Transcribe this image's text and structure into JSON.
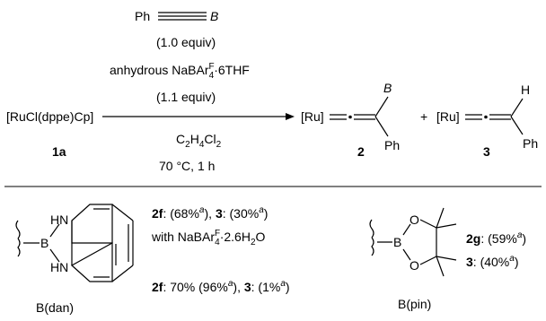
{
  "reagent": {
    "ph": "Ph",
    "b": "B",
    "equiv": "(1.0 equiv)",
    "salt_prefix": "anhydrous NaBAr",
    "salt_sup": "F",
    "salt_sub": "4",
    "salt_suffix": "·6THF",
    "salt_equiv": "(1.1 equiv)"
  },
  "reactant": {
    "formula": "[RuCl(dppe)Cp]",
    "label": "1a"
  },
  "conditions": {
    "solvent_c": "C",
    "solvent_c_sub": "2",
    "solvent_h": "H",
    "solvent_h_sub": "4",
    "solvent_cl": "Cl",
    "solvent_cl_sub": "2",
    "temperature": "70 °C, 1 h"
  },
  "product2": {
    "ru": "[Ru]",
    "b": "B",
    "ph": "Ph",
    "label": "2"
  },
  "plus": "+",
  "product3": {
    "ru": "[Ru]",
    "h": "H",
    "ph": "Ph",
    "label": "3"
  },
  "dan": {
    "hn_top": "HN",
    "hn_bottom": "HN",
    "b": "B",
    "label": "B(dan)",
    "result1_2f": "2f",
    "result1_2f_val": ": (68%",
    "result1_3": "3",
    "result1_3_val": ": (30%",
    "sup_a": "a",
    "close_paren": ")",
    "comma": ", ",
    "with_prefix": "with NaBAr",
    "with_sup": "F",
    "with_sub": "4",
    "with_suffix": "·2.6H",
    "with_h2o_sub": "2",
    "with_o": "O",
    "result2_2f": "2f",
    "result2_2f_val": ": 70% (96%",
    "result2_3": "3",
    "result2_3_val": ": (1%"
  },
  "pin": {
    "o_top": "O",
    "o_bottom": "O",
    "b": "B",
    "label": "B(pin)",
    "r_2g": "2g",
    "r_2g_val": ": (59%",
    "r_3": "3",
    "r_3_val": ": (40%",
    "sup_a": "a",
    "close_paren": ")"
  }
}
